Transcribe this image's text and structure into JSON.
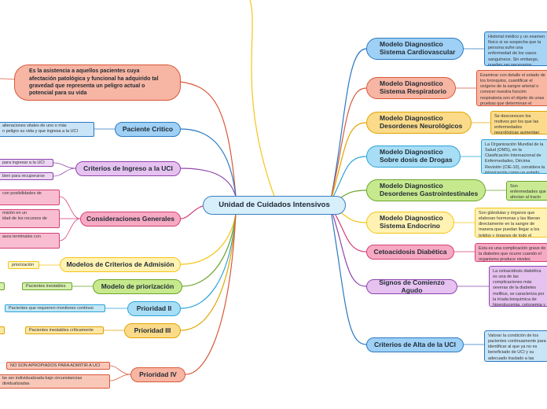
{
  "colors": {
    "blue": "#9fd0f5",
    "blue_border": "#2b79c2",
    "salmon": "#f7b5a3",
    "salmon_border": "#d9583b",
    "yellow": "#fbdb8a",
    "yellow_border": "#e0a500",
    "cyan": "#a8def5",
    "cyan_border": "#2aa3d8",
    "green": "#c7e98e",
    "green_border": "#6aa52a",
    "lightyellow": "#fff2b3",
    "pink": "#f7a9c3",
    "pink_border": "#d43f79",
    "purple": "#e6c2f0",
    "purple_border": "#8e44ad",
    "center": "#d7eefb",
    "center_border": "#3a7fbf"
  },
  "center": {
    "label": "Unidad de Cuidados Intensivos"
  },
  "right_nodes": [
    {
      "id": "cardio",
      "line1": "Modelo Diagnostico",
      "line2": "Sistema Cardiovascular"
    },
    {
      "id": "resp",
      "line1": "Modelo Diagnostico",
      "line2": "Sistema Respiratorio"
    },
    {
      "id": "neuro",
      "line1": "Modelo Diagnostico",
      "line2": "Desordenes Neurológicos"
    },
    {
      "id": "drogas",
      "line1": "Modelo Diagnostico",
      "line2": "Sobre dosis de Drogas"
    },
    {
      "id": "gastro",
      "line1": "Modelo Diagnostico",
      "line2": "Desordenes Gastrointestinales"
    },
    {
      "id": "endo",
      "line1": "Modelo Diagnostico",
      "line2": "Sistema Endocrino"
    },
    {
      "id": "ceto",
      "line1": "Cetoacidosis Diabética",
      "line2": ""
    },
    {
      "id": "signos",
      "line1": "Signos de Comienzo Agudo",
      "line2": ""
    },
    {
      "id": "alta",
      "line1": "Criterios de Alta de la UCI",
      "line2": ""
    }
  ],
  "right_notes": [
    "Historial médico y un examen físico si se sospecha que la persona sufre una enfermedad de los vasos sanguíneos. Sin embargo, pueden ser necesarias pruebas complementarias específicas para confirmar el diagnóstico, determinar la gravedad y la extensión de la enfermedad, y ayudar a planificar el tratamiento.",
    "Examinar con detalle el estado de los bronquios, cuantificar el oxígeno de la sangre arterial o conocer nuestra función respiratoria son el objeto de unas pruebas que determinan el diagnóstico de una función tan capital para la vida como la de intercambiar gases con el ambiente.",
    "Se desconocen los motivos por los que las enfermedades neurológicas aumentan aunque el envejecimiento de la población es el factor más importante como es el caso de algunas enfermedades como el Alzheimer o la enfermedad de Parkinson.",
    "La Organización Mundial de la Salud (OMS), en la Clasificación Internacional de Enfermedades, Décima Revisión (CIE-10), considera la intoxicación como un estado transitorio consecutivo a la ingestión o asimilación de sustancias psicotropas o de alcohol que produce alteraciones del nivel de conciencia",
    "Son enfermedades que afectan al tracto digestivo y que generalmente son causadas por la ingestión de algunos alimentos",
    "Son glándulas y órganos que elaboran hormonas y las liberan directamente en la sangre de manera que puedan llegar a los tejidos y órganos de todo el cuerpo. Estas hormonas controlan muchas funciones importantes del cuerpo, como el crecimiento y el desarrollo, el metabolismo y la reproducción.",
    "Esta es una complicación grave de la diabetes que ocurre cuando el organismo produce niveles elevados de ácidos presentes en la sangre denominados cetonas.",
    "La cetoacidosis diabética es una de las complicaciones más severas de la diabetes mellitus, se caracteriza por la tríada bioquímica de hiperglucemia, cetonemia y acidosis metabólica, pH < 7.3, HCO3 < 15; y su desarrollo es agudo. Se puede presentar en cualquier paciente diabético por falta de apego al tratamiento.",
    "Valorar la condición de los pacientes continuamente para identificar al que ya no es beneficiado de UCI y su adecuado traslado a las unidades de menor complejidad para el paciente."
  ],
  "left_top_note": "Es la asistencia a aquellos pacientes cuya afectación patológica y funcional ha adquirido tal gravedad que representa un peligro actual o potencial para su vida",
  "left_nodes": {
    "paciente": "Paciente Critico",
    "ingreso": "Criterios de Ingreso a la UCI",
    "consideraciones": "Consideraciones Generales",
    "admision": "Modelos de Criterios de Admisión",
    "priorizacion": "Modelo de priorización",
    "p2": "Prioridad II",
    "p3": "Prioridad III",
    "p4": "Prioridad IV"
  },
  "left_tags": {
    "paciente_note": "alteraciones vitales de uno o más\nn peligro su vida y que ingresa a la UCI",
    "ingreso_a": "para ingresar a la UCI",
    "ingreso_b": "bien para recuperarse",
    "cons_a": "con posibilidades de",
    "cons_b": "misión en un\nidad de los recursos de",
    "cons_c": "asos terminales con",
    "admision_a": "priorización",
    "prior_a": "Pacientes inestables",
    "p2_a": "Pacientes que requieren monitoreo continuo",
    "p3_a": "Pacientes inestables críticamente",
    "p4_a": "NO SON APROPIADOS PARA ADMITIR A UCI",
    "p4_b": "be ser individualizada bajo circunstancias\ndividualizadas"
  }
}
